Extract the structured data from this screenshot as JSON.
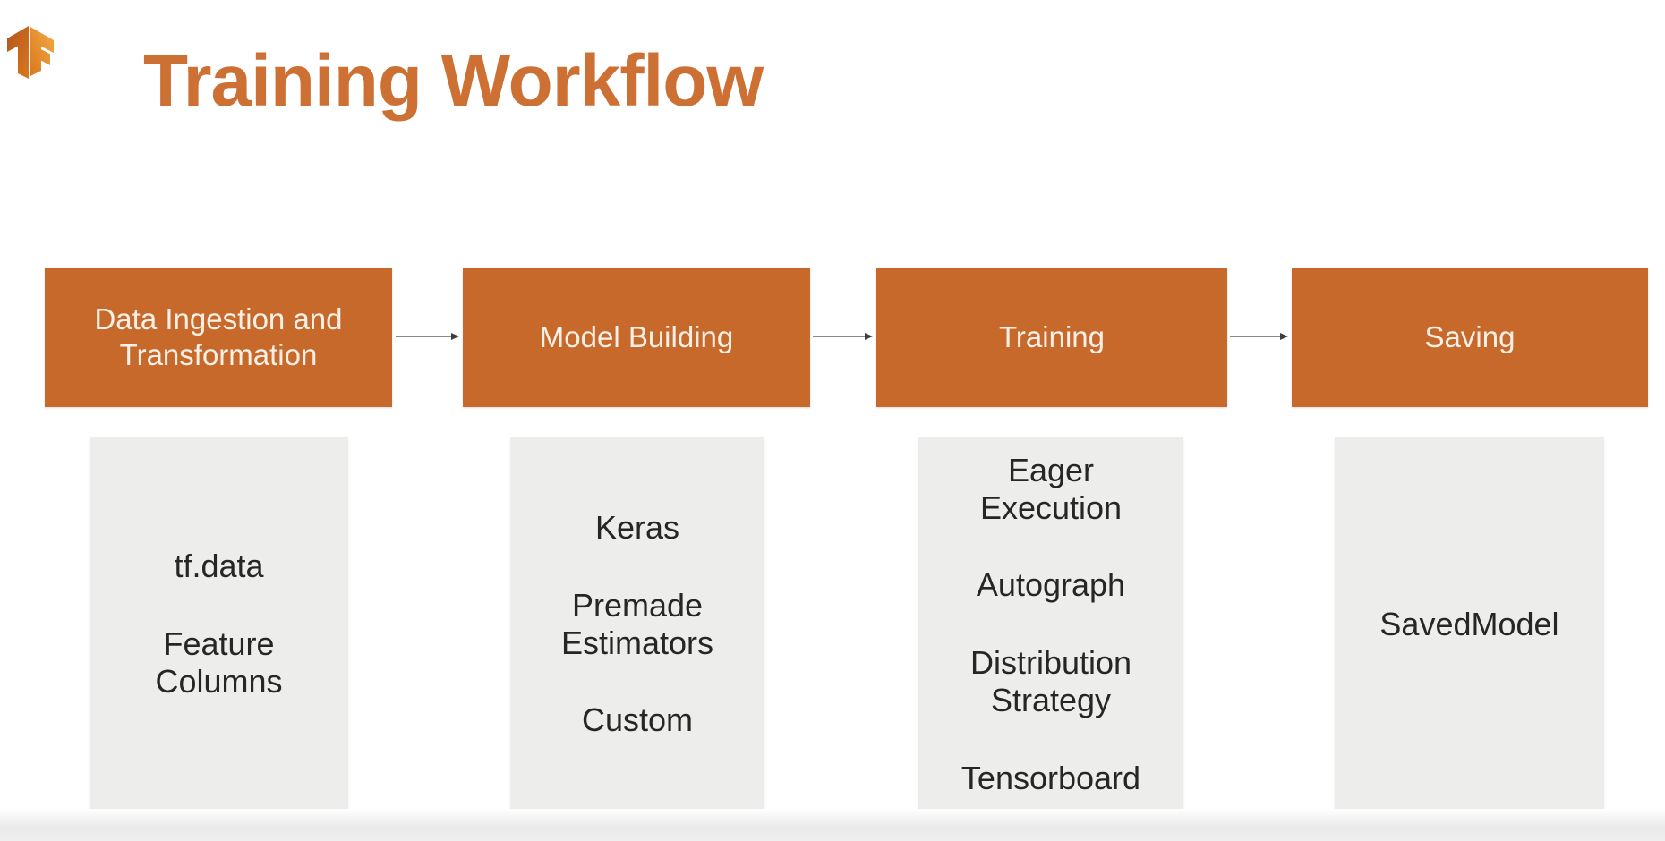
{
  "slide": {
    "title": "Training Workflow",
    "logo_name": "tensorflow-logo",
    "stages": [
      {
        "label": "Data Ingestion and Transformation",
        "items": [
          "tf.data",
          "Feature Columns"
        ]
      },
      {
        "label": "Model Building",
        "items": [
          "Keras",
          "Premade Estimators",
          "Custom"
        ]
      },
      {
        "label": "Training",
        "items": [
          "Eager Execution",
          "Autograph",
          "Distribution Strategy",
          "Tensorboard"
        ]
      },
      {
        "label": "Saving",
        "items": [
          "SavedModel"
        ]
      }
    ],
    "colors": {
      "title_text": "#cd7033",
      "stage_box_fill": "#c8692c",
      "stage_box_text": "#f8f0e7",
      "detail_box_fill": "#ededeb",
      "detail_text": "#262626",
      "connector_line": "#8a8a8a",
      "connector_head": "#3f3f3f",
      "logo_dark_orange": "#b4541b",
      "logo_light_orange": "#f3ab45"
    }
  }
}
